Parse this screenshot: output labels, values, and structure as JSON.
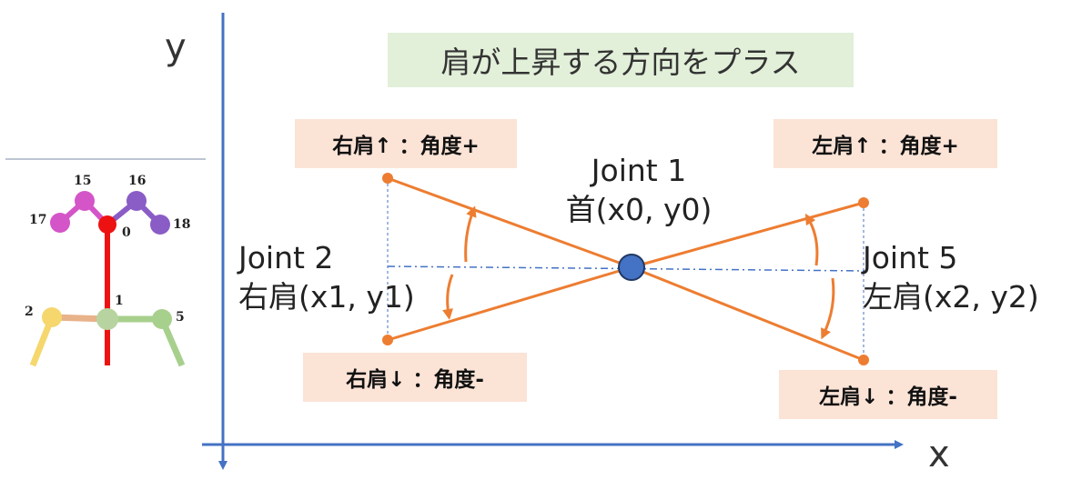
{
  "title": "肩が上昇する方向をプラス",
  "axes": {
    "x_label": "x",
    "y_label": "y"
  },
  "joints": {
    "neck": {
      "line1": "Joint 1",
      "line2": "首(x0, y0)"
    },
    "right_shoulder": {
      "line1": "Joint 2",
      "line2": "右肩(x1, y1)"
    },
    "left_shoulder": {
      "line1": "Joint 5",
      "line2": "左肩(x2, y2)"
    }
  },
  "angle_labels": {
    "right_up": "右肩↑ ：角度+",
    "right_down": "右肩↓ ：角度-",
    "left_up": "左肩↑ ：角度+",
    "left_down": "左肩↓ ：角度-"
  },
  "skeleton": {
    "keypoints": [
      "0",
      "1",
      "2",
      "5",
      "15",
      "16",
      "17",
      "18"
    ]
  },
  "colors": {
    "axis": "#4472c4",
    "shoulder_line": "#ed7d31",
    "neck_joint": "#4472c4",
    "title_bg": "#e2efd9",
    "label_bg": "#fbe3d6"
  }
}
